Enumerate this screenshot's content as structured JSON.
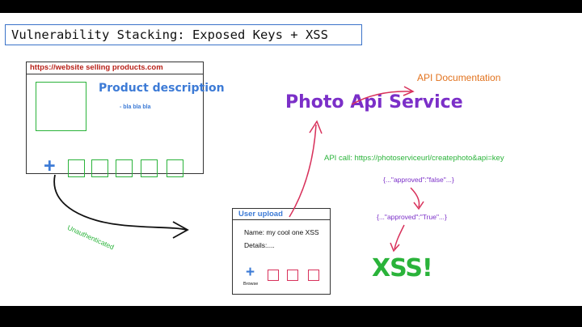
{
  "title": "Vulnerability Stacking: Exposed Keys + XSS",
  "website": {
    "url": "https://website selling products.com",
    "product_title": "Product description",
    "product_text": "- bla bla bla",
    "add_icon": "plus-icon"
  },
  "edge_label_unauth": "Unauthenticated",
  "upload": {
    "header": "User upload",
    "name_line": "Name: my cool one XSS",
    "details_line": "Details:....",
    "browse_label": "Browse",
    "add_icon": "plus-icon"
  },
  "api_service": "Photo Api Service",
  "api_documentation": "API Documentation",
  "api_call": "API call: https://photoserviceurl/createphoto&api=key",
  "json_false": "{...\"approved\":\"false\"...}",
  "json_true": "{...\"approved\":\"True\"...}",
  "xss_label": "XSS!",
  "colors": {
    "title_border": "#3b73c9",
    "url_red": "#b8221a",
    "blue": "#3d7bd6",
    "green": "#2ab33a",
    "purple": "#7b2fc8",
    "orange": "#e2731f",
    "arrow_red": "#d8315b"
  }
}
